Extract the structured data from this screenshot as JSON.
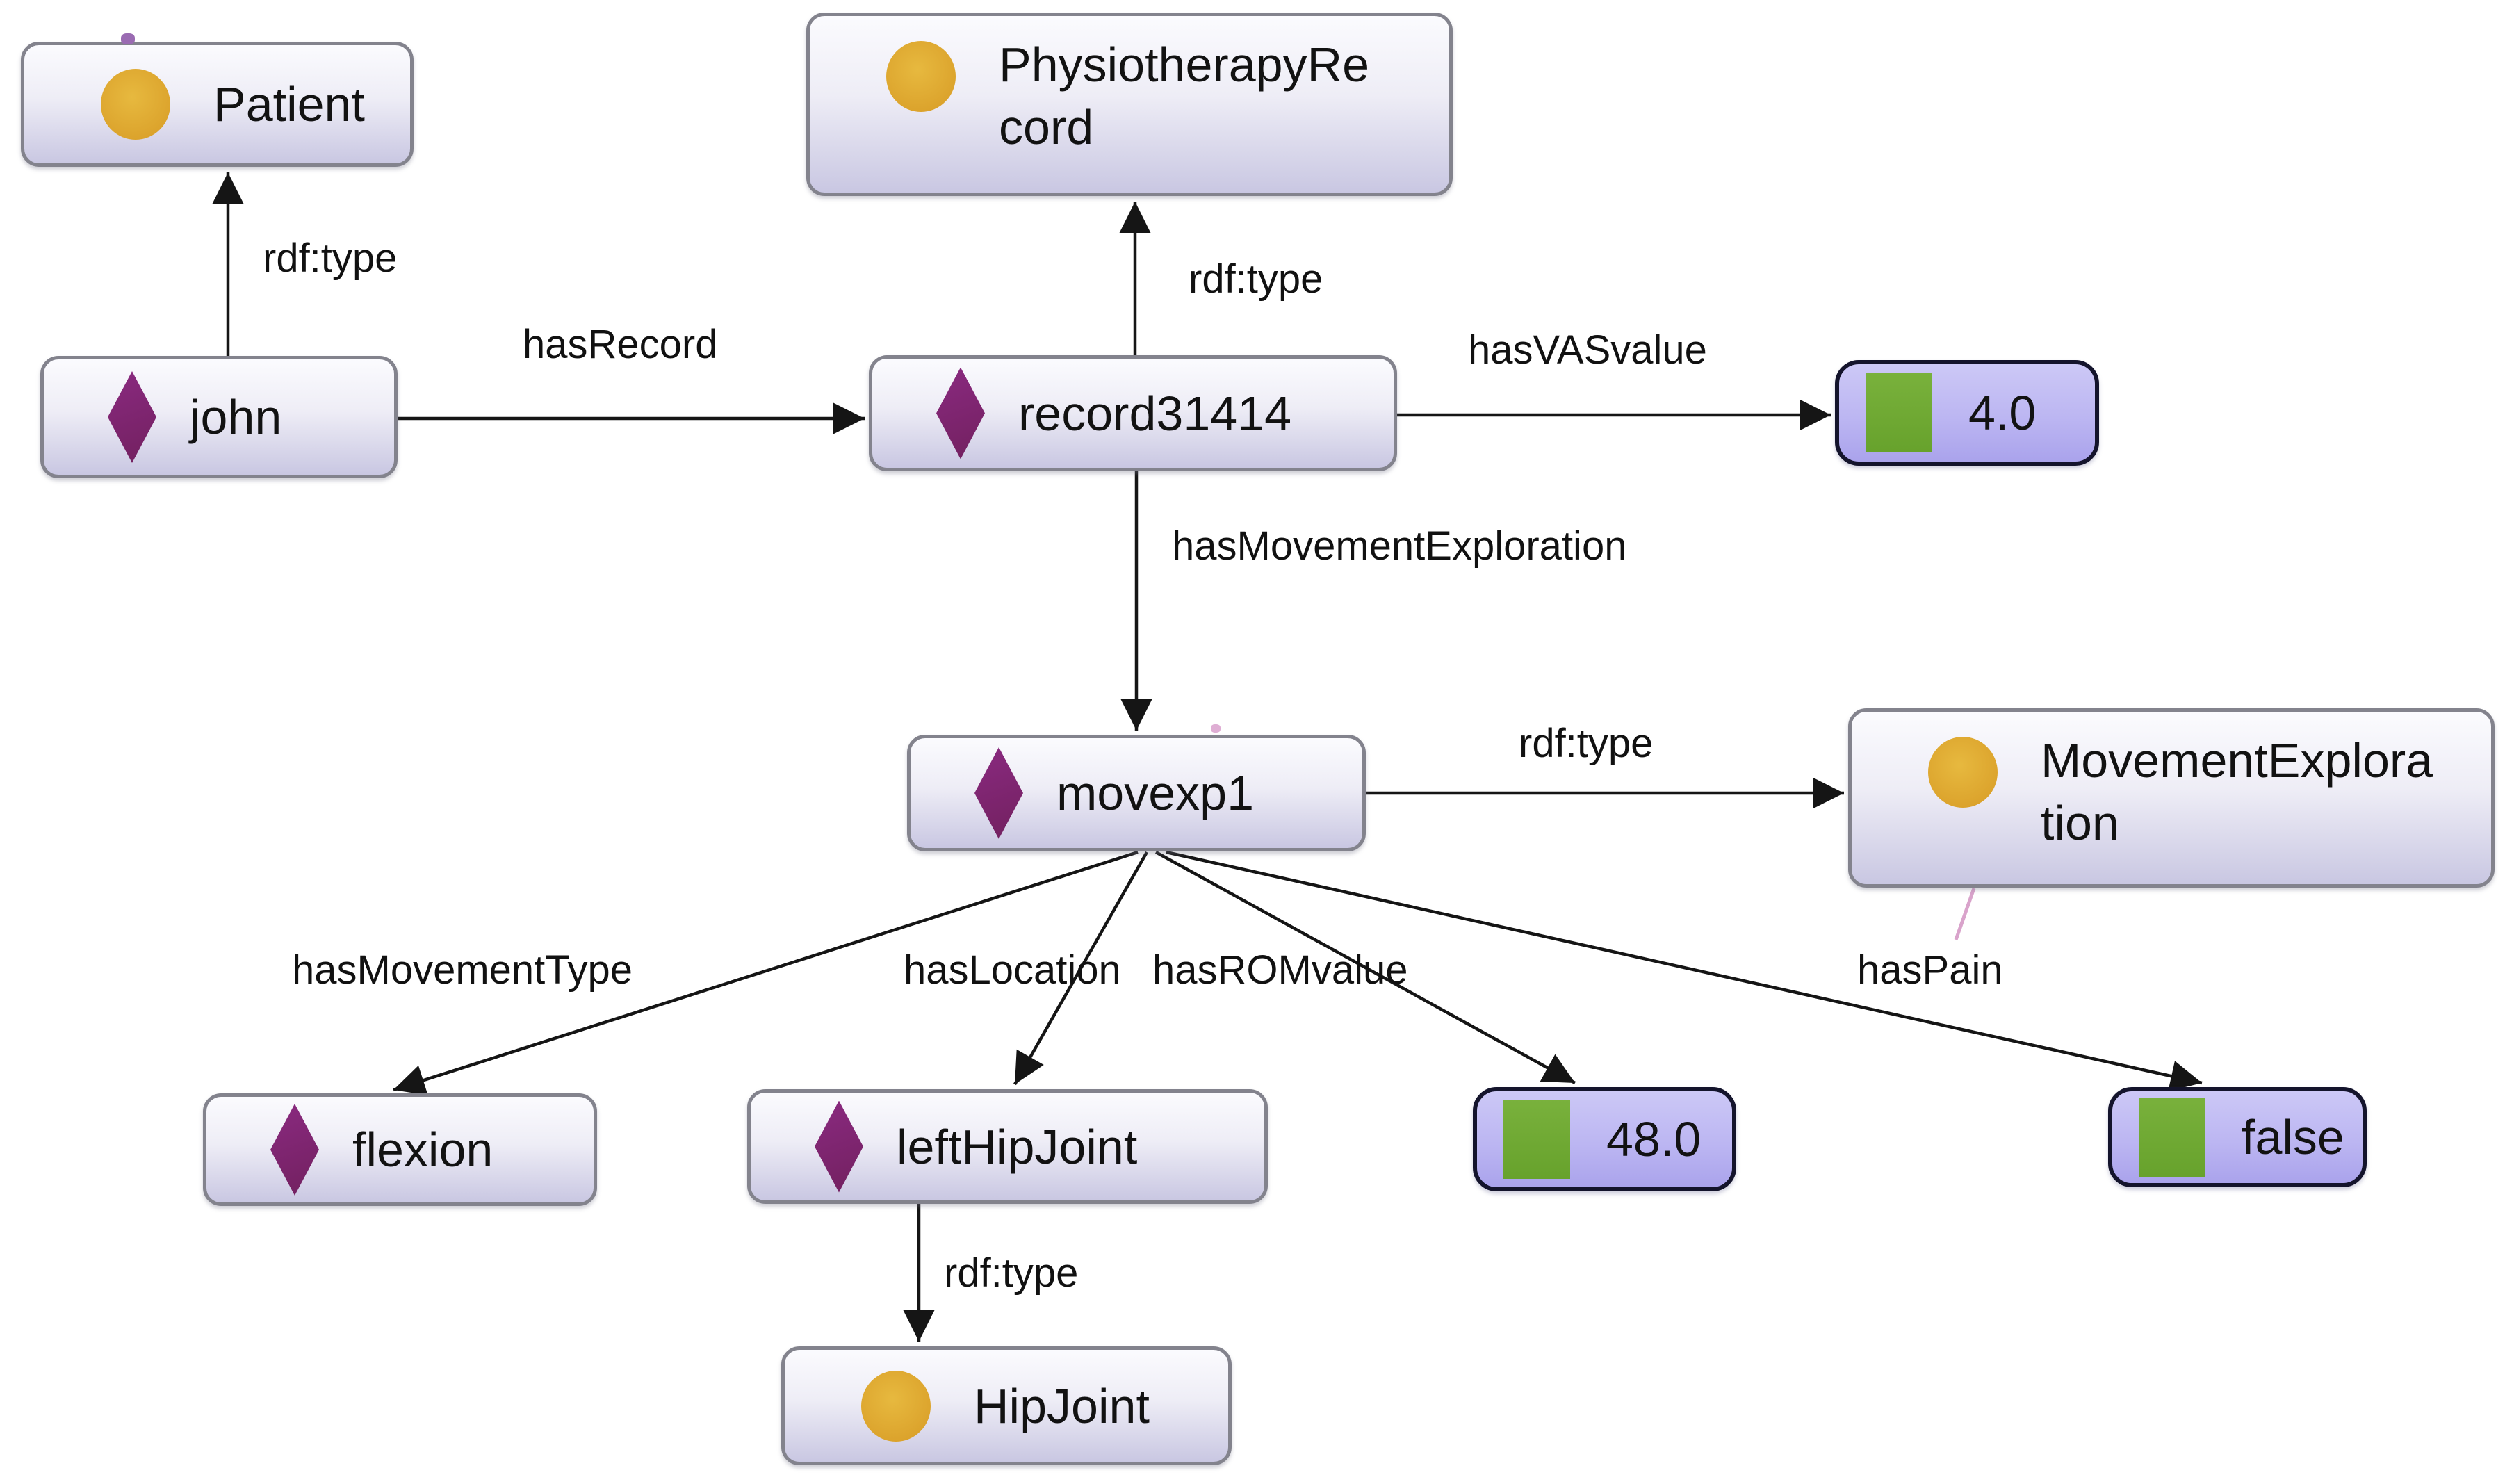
{
  "diagram": {
    "kind": "ontology-graph",
    "colors": {
      "class_icon": "#dca42d",
      "individual_icon": "#7a2170",
      "literal_icon": "#67a22c",
      "node_border_class": "#83838d",
      "node_border_literal": "#14142c",
      "node_fill_top": "#fbfbfe",
      "node_fill_bottom": "#c9c7e2",
      "literal_fill": "#bcb6f2",
      "edge_color": "#151515",
      "text_color": "#121212"
    },
    "icons": {
      "class": "gold-circle",
      "individual": "purple-diamond",
      "literal": "green-square"
    },
    "nodes": [
      {
        "id": "Patient",
        "label": "Patient",
        "kind": "class"
      },
      {
        "id": "PhysiotherapyRecord",
        "label": "PhysiotherapyRecord",
        "kind": "class"
      },
      {
        "id": "john",
        "label": "john",
        "kind": "individual"
      },
      {
        "id": "record31414",
        "label": "record31414",
        "kind": "individual"
      },
      {
        "id": "vas-literal",
        "label": "4.0",
        "kind": "literal"
      },
      {
        "id": "movexp1",
        "label": "movexp1",
        "kind": "individual"
      },
      {
        "id": "MovementExploration",
        "label": "MovementExploration",
        "kind": "class"
      },
      {
        "id": "flexion",
        "label": "flexion",
        "kind": "individual"
      },
      {
        "id": "leftHipJoint",
        "label": "leftHipJoint",
        "kind": "individual"
      },
      {
        "id": "rom-literal",
        "label": "48.0",
        "kind": "literal"
      },
      {
        "id": "pain-literal",
        "label": "false",
        "kind": "literal"
      },
      {
        "id": "HipJoint",
        "label": "HipJoint",
        "kind": "class"
      }
    ],
    "edges": [
      {
        "from": "john",
        "to": "Patient",
        "label": "rdf:type"
      },
      {
        "from": "john",
        "to": "record31414",
        "label": "hasRecord"
      },
      {
        "from": "record31414",
        "to": "PhysiotherapyRecord",
        "label": "rdf:type"
      },
      {
        "from": "record31414",
        "to": "vas-literal",
        "label": "hasVASvalue"
      },
      {
        "from": "record31414",
        "to": "movexp1",
        "label": "hasMovementExploration"
      },
      {
        "from": "movexp1",
        "to": "MovementExploration",
        "label": "rdf:type"
      },
      {
        "from": "movexp1",
        "to": "flexion",
        "label": "hasMovementType"
      },
      {
        "from": "movexp1",
        "to": "leftHipJoint",
        "label": "hasLocation"
      },
      {
        "from": "movexp1",
        "to": "rom-literal",
        "label": "hasROMvalue"
      },
      {
        "from": "movexp1",
        "to": "pain-literal",
        "label": "hasPain"
      },
      {
        "from": "leftHipJoint",
        "to": "HipJoint",
        "label": "rdf:type"
      }
    ]
  }
}
